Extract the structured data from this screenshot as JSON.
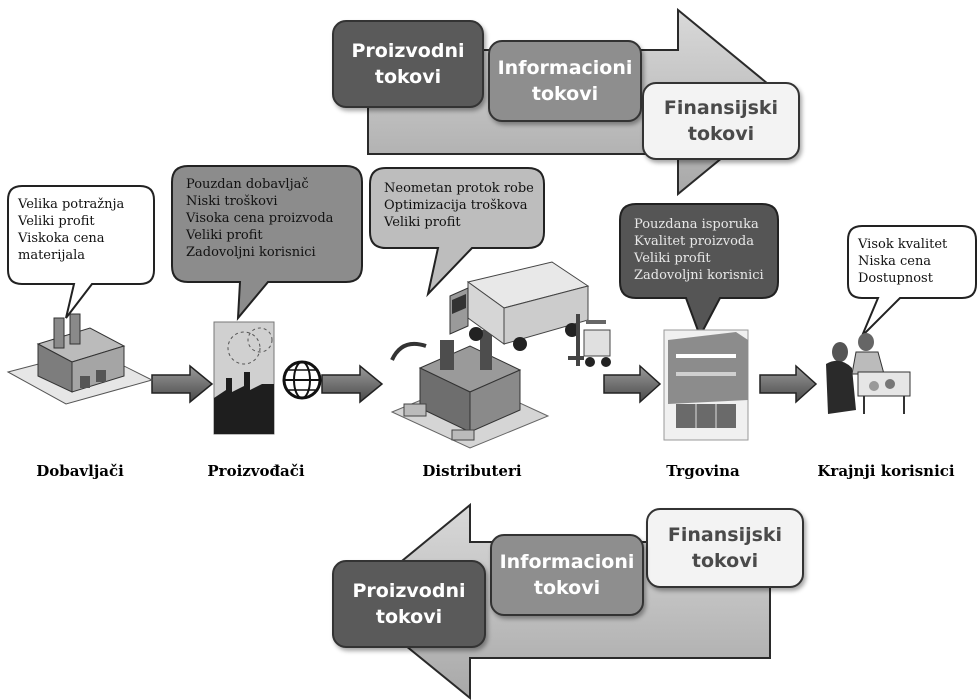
{
  "top_flows": {
    "product": [
      "Proizvodni",
      "tokovi"
    ],
    "information": [
      "Informacioni",
      "tokovi"
    ],
    "financial": [
      "Finansijski",
      "tokovi"
    ]
  },
  "bottom_flows": {
    "product": [
      "Proizvodni",
      "tokovi"
    ],
    "information": [
      "Informacioni",
      "tokovi"
    ],
    "financial": [
      "Finansijski",
      "tokovi"
    ]
  },
  "bubbles": {
    "suppliers": [
      "Velika potražnja",
      "Veliki profit",
      "Viskoka cena",
      "materijala"
    ],
    "manufacturers": [
      "Pouzdan dobavljač",
      "Niski troškovi",
      "Visoka cena proizvoda",
      "Veliki profit",
      "Zadovoljni korisnici"
    ],
    "distributors": [
      "Neometan protok robe",
      "Optimizacija troškova",
      "Veliki profit"
    ],
    "retail": [
      "Pouzdana isporuka",
      "Kvalitet proizvoda",
      "Veliki profit",
      "Zadovoljni korisnici"
    ],
    "end_users": [
      "Visok kvalitet",
      "Niska cena",
      "Dostupnost"
    ]
  },
  "stages": {
    "suppliers": "Dobavljači",
    "manufacturers": "Proizvođači",
    "distributors": "Distributeri",
    "retail": "Trgovina",
    "end_users": "Krajnji korisnici"
  }
}
